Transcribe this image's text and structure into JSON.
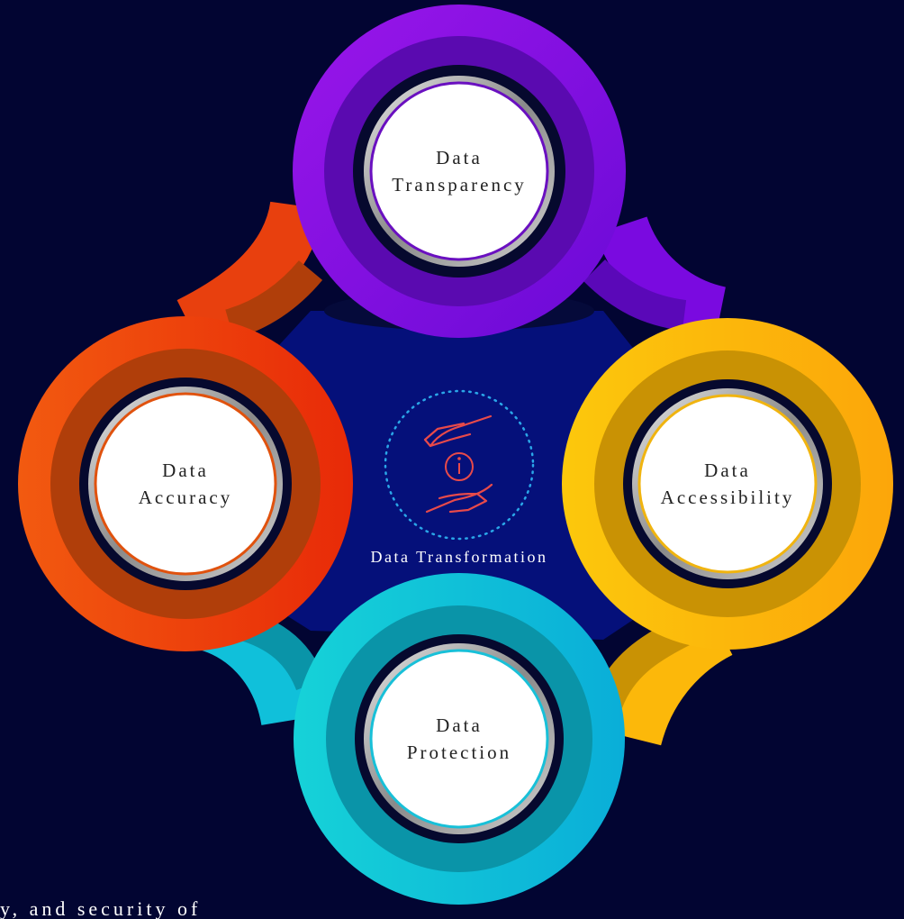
{
  "diagram": {
    "center_label": "Data Transformation",
    "center_icon": "hands-info-icon",
    "nodes": [
      {
        "id": "transparency",
        "line1": "Data",
        "line2": "Transparency",
        "color": "#8a12e0",
        "ring_dark": "#5a0ab0",
        "ring_stroke": "#6a10c0"
      },
      {
        "id": "accuracy",
        "line1": "Data",
        "line2": "Accuracy",
        "color": "#ee4a12",
        "ring_dark": "#b03e0a",
        "ring_stroke": "#e0520e"
      },
      {
        "id": "accessibility",
        "line1": "Data",
        "line2": "Accessibility",
        "color": "#fbb40a",
        "ring_dark": "#c99204",
        "ring_stroke": "#f0b410"
      },
      {
        "id": "protection",
        "line1": "Data",
        "line2": "Protection",
        "color": "#12bcd6",
        "ring_dark": "#0a94a8",
        "ring_stroke": "#18c0d8"
      }
    ]
  },
  "footer_text": "y, and security of"
}
